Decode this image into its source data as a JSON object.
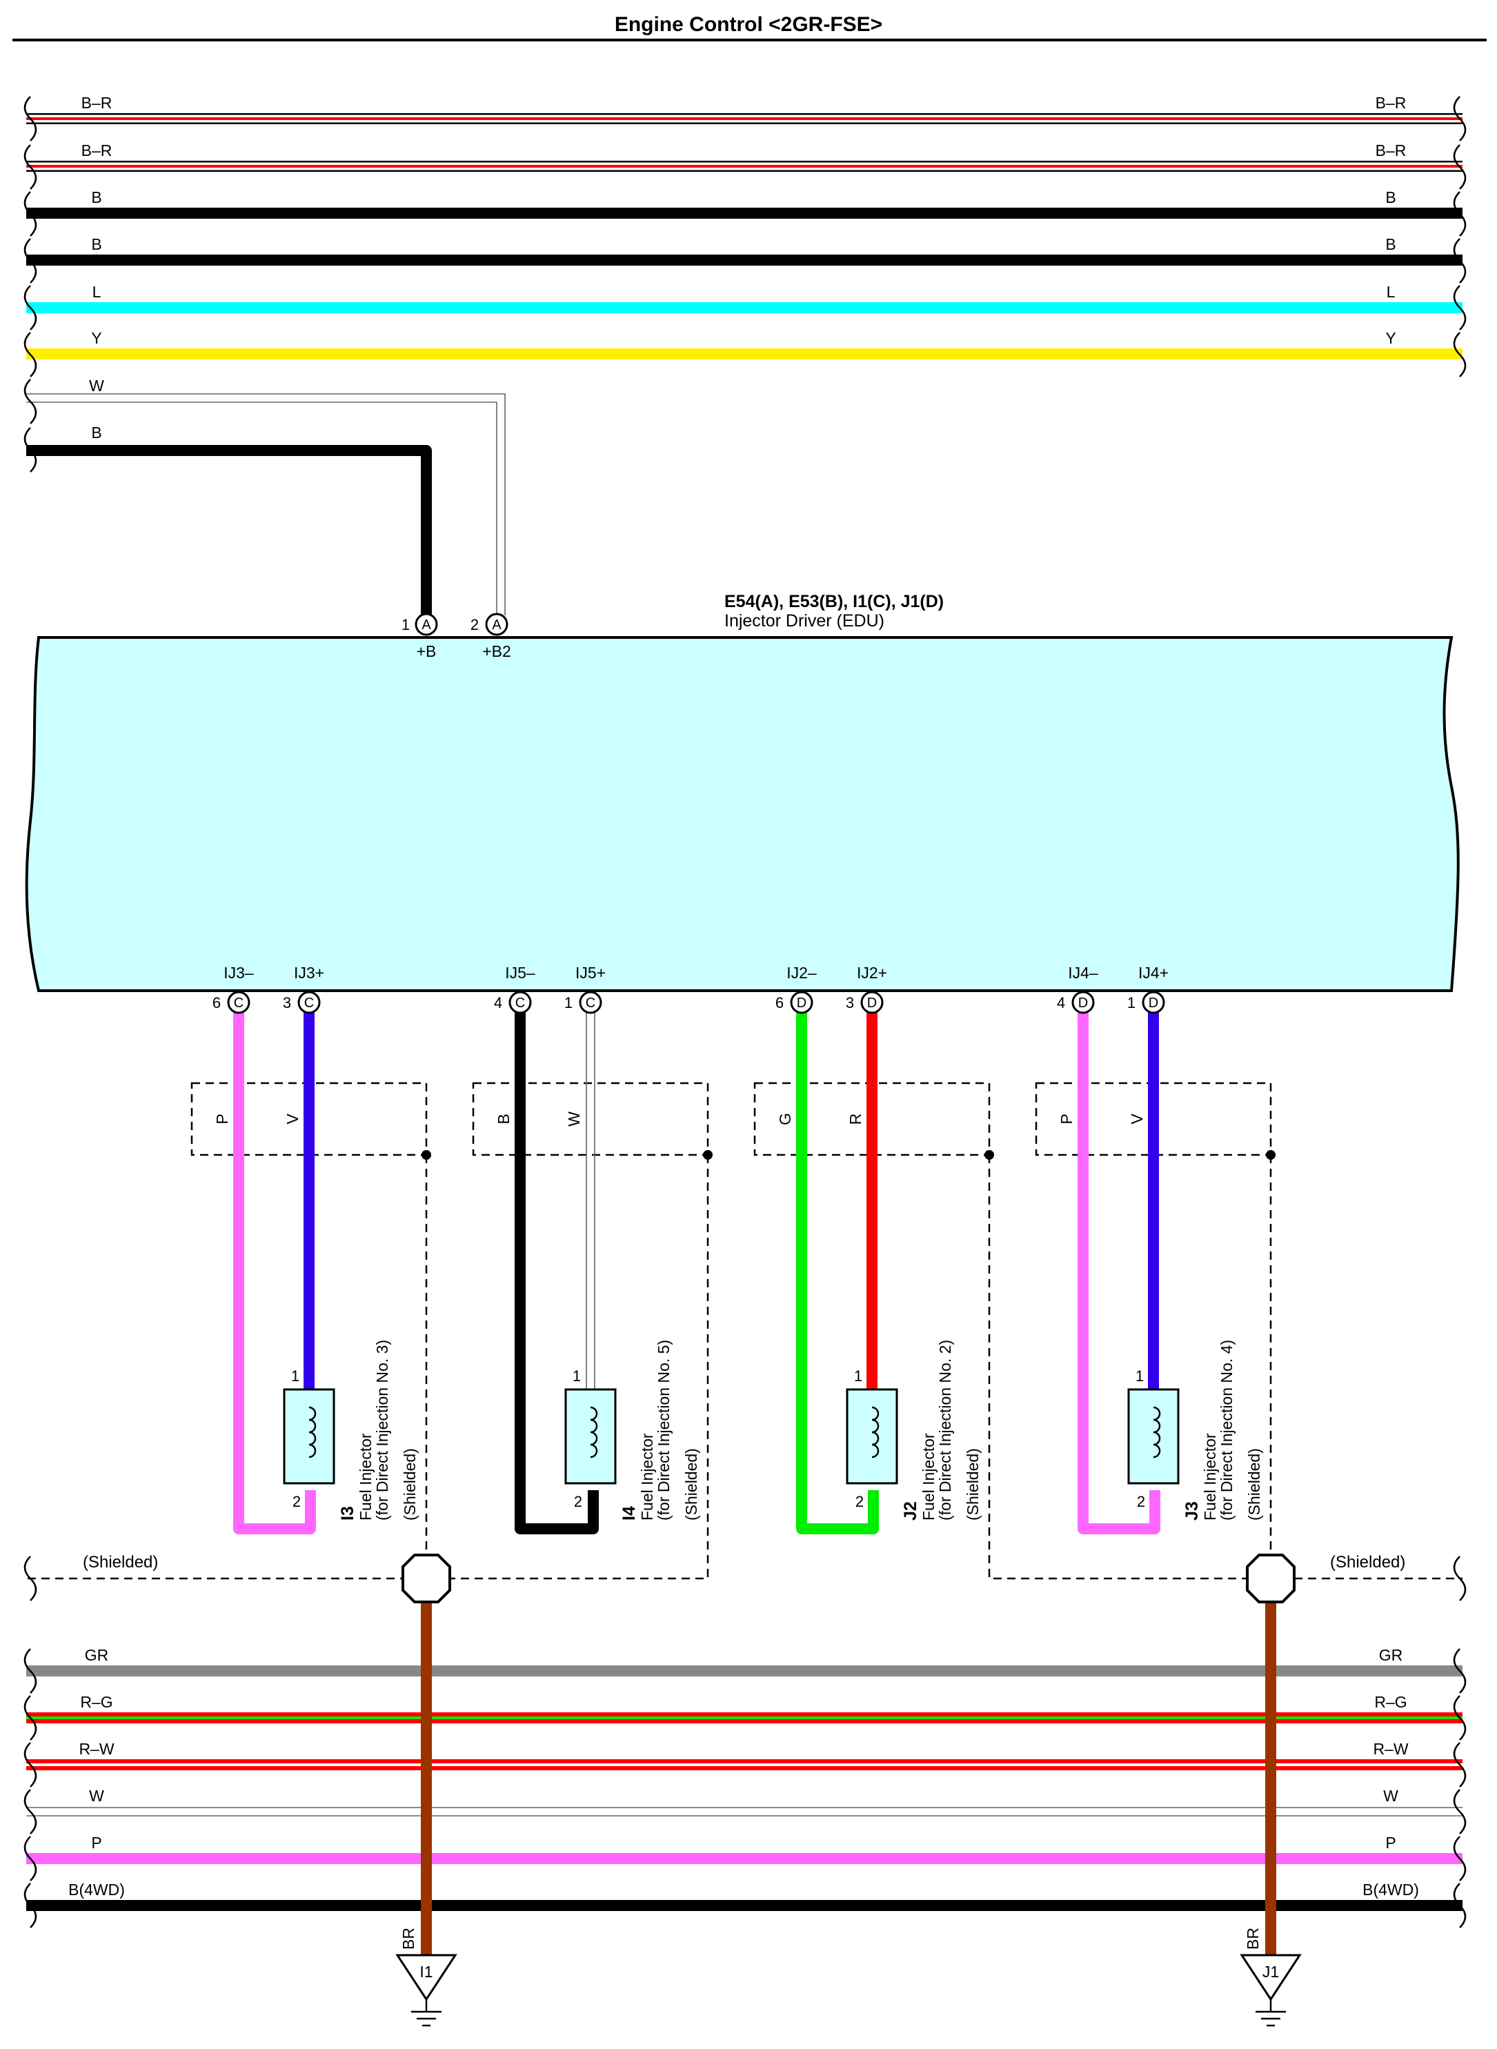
{
  "title": "Engine Control <2GR-FSE>",
  "colors": {
    "edu_fill": "#ccffff",
    "black": "#000000",
    "red": "#ff0000",
    "cyan": "#00ffff",
    "yellow": "#ffee00",
    "pink": "#ff66ff",
    "violet": "#3300ee",
    "green": "#00ee00",
    "gray": "#888888",
    "brown": "#993300",
    "coil_fill": "#ccffff"
  },
  "top_wires": [
    {
      "label": "B–R",
      "type": "stripe",
      "base": "#ffffff",
      "stripe": "#ff0000"
    },
    {
      "label": "B–R",
      "type": "stripe",
      "base": "#ffffff",
      "stripe": "#ff0000"
    },
    {
      "label": "B",
      "type": "solid",
      "base": "#000000"
    },
    {
      "label": "B",
      "type": "solid",
      "base": "#000000"
    },
    {
      "label": "L",
      "type": "solid",
      "base": "#00ffff"
    },
    {
      "label": "Y",
      "type": "solid",
      "base": "#ffee00"
    }
  ],
  "branch_wires": [
    {
      "label": "W"
    },
    {
      "label": "B"
    }
  ],
  "edu": {
    "connector": "E54(A), E53(B), I1(C), J1(D)",
    "name": "Injector Driver (EDU)",
    "top_pins": [
      {
        "num": "1",
        "letter": "A",
        "signal": "+B"
      },
      {
        "num": "2",
        "letter": "A",
        "signal": "+B2"
      }
    ]
  },
  "injectors": [
    {
      "id": "I3",
      "pins": [
        {
          "num": "6",
          "letter": "C",
          "signal": "IJ3–",
          "wire": "P"
        },
        {
          "num": "3",
          "letter": "C",
          "signal": "IJ3+",
          "wire": "V"
        }
      ],
      "line1": "Fuel Injector",
      "line2": "(for Direct Injection No. 3)",
      "line3": "(Shielded)",
      "coil_pin_top": "1",
      "coil_pin_bottom": "2"
    },
    {
      "id": "I4",
      "pins": [
        {
          "num": "4",
          "letter": "C",
          "signal": "IJ5–",
          "wire": "B"
        },
        {
          "num": "1",
          "letter": "C",
          "signal": "IJ5+",
          "wire": "W"
        }
      ],
      "line1": "Fuel Injector",
      "line2": "(for Direct Injection No. 5)",
      "line3": "(Shielded)",
      "coil_pin_top": "1",
      "coil_pin_bottom": "2"
    },
    {
      "id": "J2",
      "pins": [
        {
          "num": "6",
          "letter": "D",
          "signal": "IJ2–",
          "wire": "G"
        },
        {
          "num": "3",
          "letter": "D",
          "signal": "IJ2+",
          "wire": "R"
        }
      ],
      "line1": "Fuel Injector",
      "line2": "(for Direct Injection No. 2)",
      "line3": "(Shielded)",
      "coil_pin_top": "1",
      "coil_pin_bottom": "2"
    },
    {
      "id": "J3",
      "pins": [
        {
          "num": "4",
          "letter": "D",
          "signal": "IJ4–",
          "wire": "P"
        },
        {
          "num": "1",
          "letter": "D",
          "signal": "IJ4+",
          "wire": "V"
        }
      ],
      "line1": "Fuel Injector",
      "line2": "(for Direct Injection No. 4)",
      "line3": "(Shielded)",
      "coil_pin_top": "1",
      "coil_pin_bottom": "2"
    }
  ],
  "shielded_label": "(Shielded)",
  "bottom_wires": [
    {
      "label": "GR",
      "type": "solid",
      "base": "#888888"
    },
    {
      "label": "R–G",
      "type": "stripe",
      "base": "#ff0000",
      "stripe": "#00ee00"
    },
    {
      "label": "R–W",
      "type": "stripe",
      "base": "#ff0000",
      "stripe": "#ffffff"
    },
    {
      "label": "W",
      "type": "thin"
    },
    {
      "label": "P",
      "type": "solid",
      "base": "#ff66ff"
    },
    {
      "label": "B(4WD)",
      "type": "solid",
      "base": "#000000"
    }
  ],
  "grounds": [
    {
      "id": "I1",
      "wire": "BR"
    },
    {
      "id": "J1",
      "wire": "BR"
    }
  ]
}
